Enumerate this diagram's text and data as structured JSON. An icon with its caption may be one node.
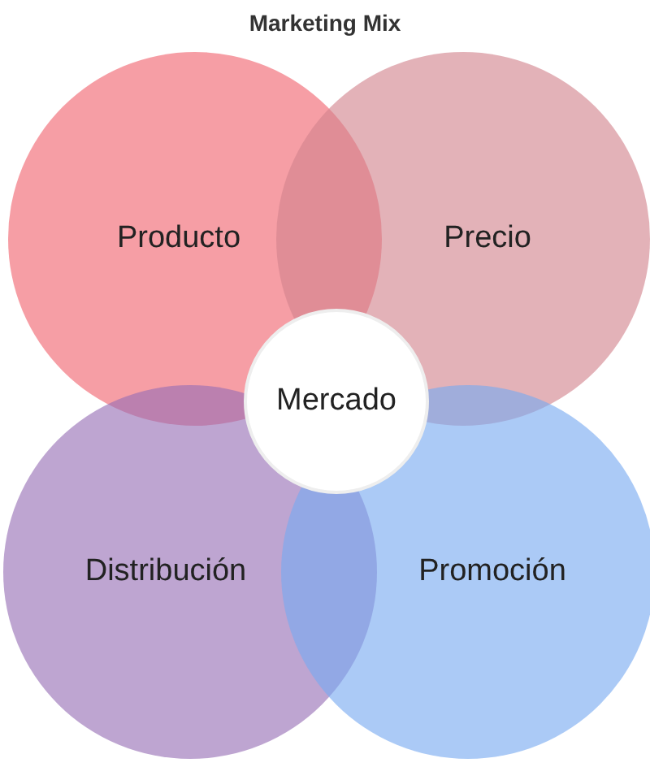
{
  "diagram": {
    "title": "Marketing Mix",
    "nodes": [
      {
        "text": [
          "Producto"
        ]
      },
      {
        "text": [
          "Precio"
        ]
      },
      {
        "text": [
          "Distribución"
        ]
      },
      {
        "text": [
          "Promoción"
        ]
      },
      {
        "text": [
          "Mercado"
        ]
      }
    ]
  }
}
